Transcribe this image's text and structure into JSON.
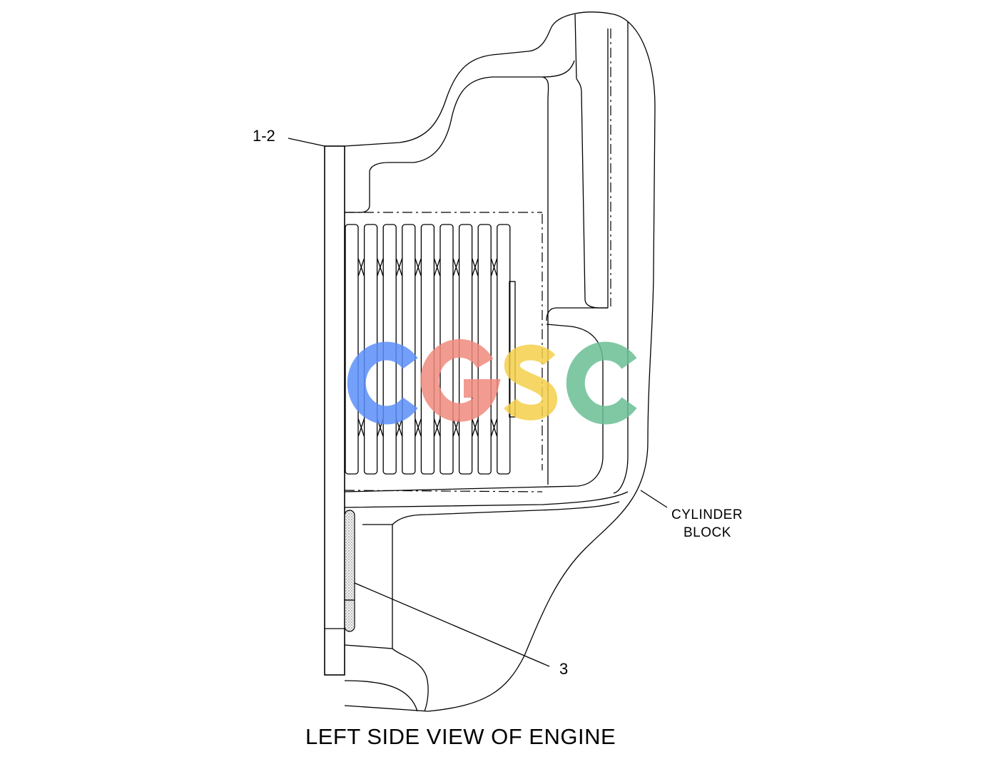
{
  "diagram": {
    "caption": "LEFT SIDE VIEW OF ENGINE",
    "callouts": {
      "part_1_2": "1-2",
      "part_3": "3",
      "cylinder_block_line1": "CYLINDER",
      "cylinder_block_line2": "BLOCK"
    }
  },
  "watermark": {
    "text": "CGSC",
    "letters": [
      {
        "char": "C",
        "color": "#5b8ff9"
      },
      {
        "char": "G",
        "color": "#f08a7e"
      },
      {
        "char": "S",
        "color": "#f5cf4a"
      },
      {
        "char": "C",
        "color": "#6bbf95"
      }
    ]
  },
  "colors": {
    "line": "#000000",
    "background": "#ffffff",
    "gasket_fill": "#e8e8e8"
  }
}
